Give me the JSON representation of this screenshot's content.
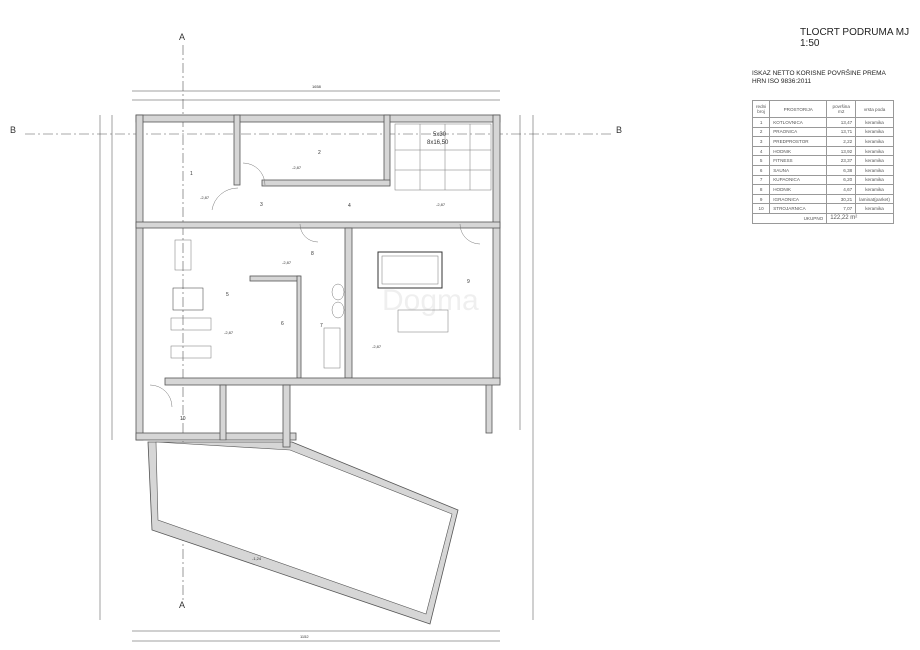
{
  "title": "TLOCRT PODRUMA  MJ 1:50",
  "subtitle_line1": "ISKAZ NETTO KORISNE POVRŠINE PREMA",
  "subtitle_line2": "HRN ISO 9836:2011",
  "table": {
    "headers": [
      "redni broj",
      "PROSTORIJA",
      "površina m2",
      "vrsta poda"
    ],
    "rows": [
      {
        "no": "1",
        "room": "KOTLOVNICA",
        "area": "13,47",
        "floor": "keramika"
      },
      {
        "no": "2",
        "room": "PRAONICA",
        "area": "13,71",
        "floor": "keramika"
      },
      {
        "no": "3",
        "room": "PREDPROSTOR",
        "area": "2,22",
        "floor": "keramika"
      },
      {
        "no": "4",
        "room": "HODNIK",
        "area": "13,92",
        "floor": "keramika"
      },
      {
        "no": "5",
        "room": "FITNESS",
        "area": "23,37",
        "floor": "keramika"
      },
      {
        "no": "6",
        "room": "SAUNA",
        "area": "6,38",
        "floor": "keramika"
      },
      {
        "no": "7",
        "room": "KUPAONICA",
        "area": "6,20",
        "floor": "keramika"
      },
      {
        "no": "8",
        "room": "HODNIK",
        "area": "4,67",
        "floor": "keramika"
      },
      {
        "no": "9",
        "room": "IGRAONICA",
        "area": "30,21",
        "floor": "laminat(parket)"
      },
      {
        "no": "10",
        "room": "STROJARNICA",
        "area": "7,07",
        "floor": "keramika"
      }
    ],
    "total_label": "UKUPNO",
    "total_value": "122,22 m²"
  },
  "plan": {
    "section_a": "A",
    "section_b": "B",
    "stairs_note_1": "5x30",
    "stairs_note_2": "8x16,50",
    "dim_top_total": "1658",
    "dim_bottom_total": "1152",
    "rooms": [
      "1",
      "2",
      "3",
      "4",
      "5",
      "6",
      "7",
      "8",
      "9",
      "10"
    ],
    "level": "-2,87",
    "pool_level": "-1,24",
    "watermark": "Dogma"
  }
}
